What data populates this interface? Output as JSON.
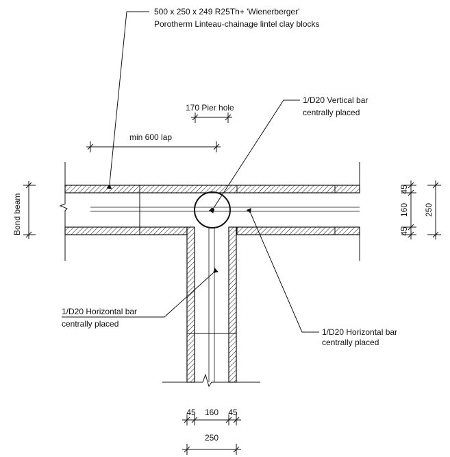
{
  "callouts": {
    "lintel_blocks": {
      "line1": "500 x 250 x 249 R25Th+ 'Wienerberger'",
      "line2": "Porotherm Linteau-chainage lintel clay blocks"
    },
    "vertical_bar": {
      "line1": "1/D20 Vertical bar",
      "line2": "centrally placed"
    },
    "horizontal_bar_left": {
      "line1": "1/D20 Horizontal bar",
      "line2": "centrally placed"
    },
    "horizontal_bar_right": {
      "line1": "1/D20 Horizontal bar",
      "line2": "centrally placed"
    }
  },
  "labels": {
    "pier_hole": "170 Pier hole",
    "lap": "min 600 lap",
    "bond_beam": "Bond beam"
  },
  "dimensions": {
    "beam": {
      "top_wall": "45",
      "core": "160",
      "bottom_wall": "45",
      "overall": "250"
    },
    "pier": {
      "left_wall": "45",
      "core": "160",
      "right_wall": "45",
      "overall": "250"
    }
  }
}
